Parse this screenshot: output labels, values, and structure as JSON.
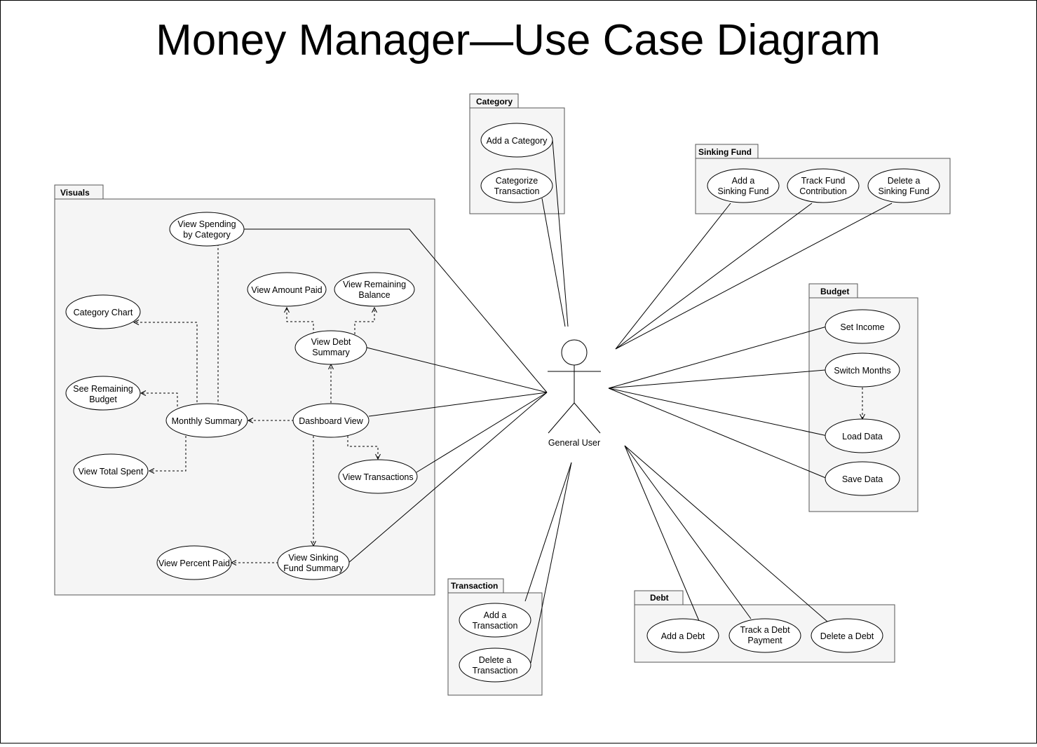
{
  "diagram": {
    "title": "Money Manager—Use Case Diagram",
    "actor": {
      "label": "General User"
    },
    "packages": {
      "category": "Category",
      "sinking": "Sinking Fund",
      "visuals": "Visuals",
      "budget": "Budget",
      "transaction": "Transaction",
      "debt": "Debt"
    },
    "use_cases": {
      "add_category": [
        "Add a Category"
      ],
      "categorize_transaction": [
        "Categorize",
        "Transaction"
      ],
      "add_sinking_fund": [
        "Add a",
        "Sinking Fund"
      ],
      "track_fund_contribution": [
        "Track Fund",
        "Contribution"
      ],
      "delete_sinking_fund": [
        "Delete a",
        "Sinking Fund"
      ],
      "view_spending_by_category": [
        "View Spending",
        "by Category"
      ],
      "view_amount_paid": [
        "View Amount Paid"
      ],
      "view_remaining_balance": [
        "View Remaining",
        "Balance"
      ],
      "category_chart": [
        "Category Chart"
      ],
      "view_debt_summary": [
        "View Debt",
        "Summary"
      ],
      "see_remaining_budget": [
        "See Remaining",
        "Budget"
      ],
      "monthly_summary": [
        "Monthly Summary"
      ],
      "dashboard_view": [
        "Dashboard View"
      ],
      "view_total_spent": [
        "View Total Spent"
      ],
      "view_transactions": [
        "View Transactions"
      ],
      "view_percent_paid": [
        "View Percent Paid"
      ],
      "view_sinking_fund_summary": [
        "View Sinking",
        "Fund Summary"
      ],
      "set_income": [
        "Set Income"
      ],
      "switch_months": [
        "Switch Months"
      ],
      "load_data": [
        "Load Data"
      ],
      "save_data": [
        "Save Data"
      ],
      "add_transaction": [
        "Add a",
        "Transaction"
      ],
      "delete_transaction": [
        "Delete a",
        "Transaction"
      ],
      "add_debt": [
        "Add a Debt"
      ],
      "track_debt_payment": [
        "Track a Debt",
        "Payment"
      ],
      "delete_debt": [
        "Delete a Debt"
      ]
    }
  }
}
